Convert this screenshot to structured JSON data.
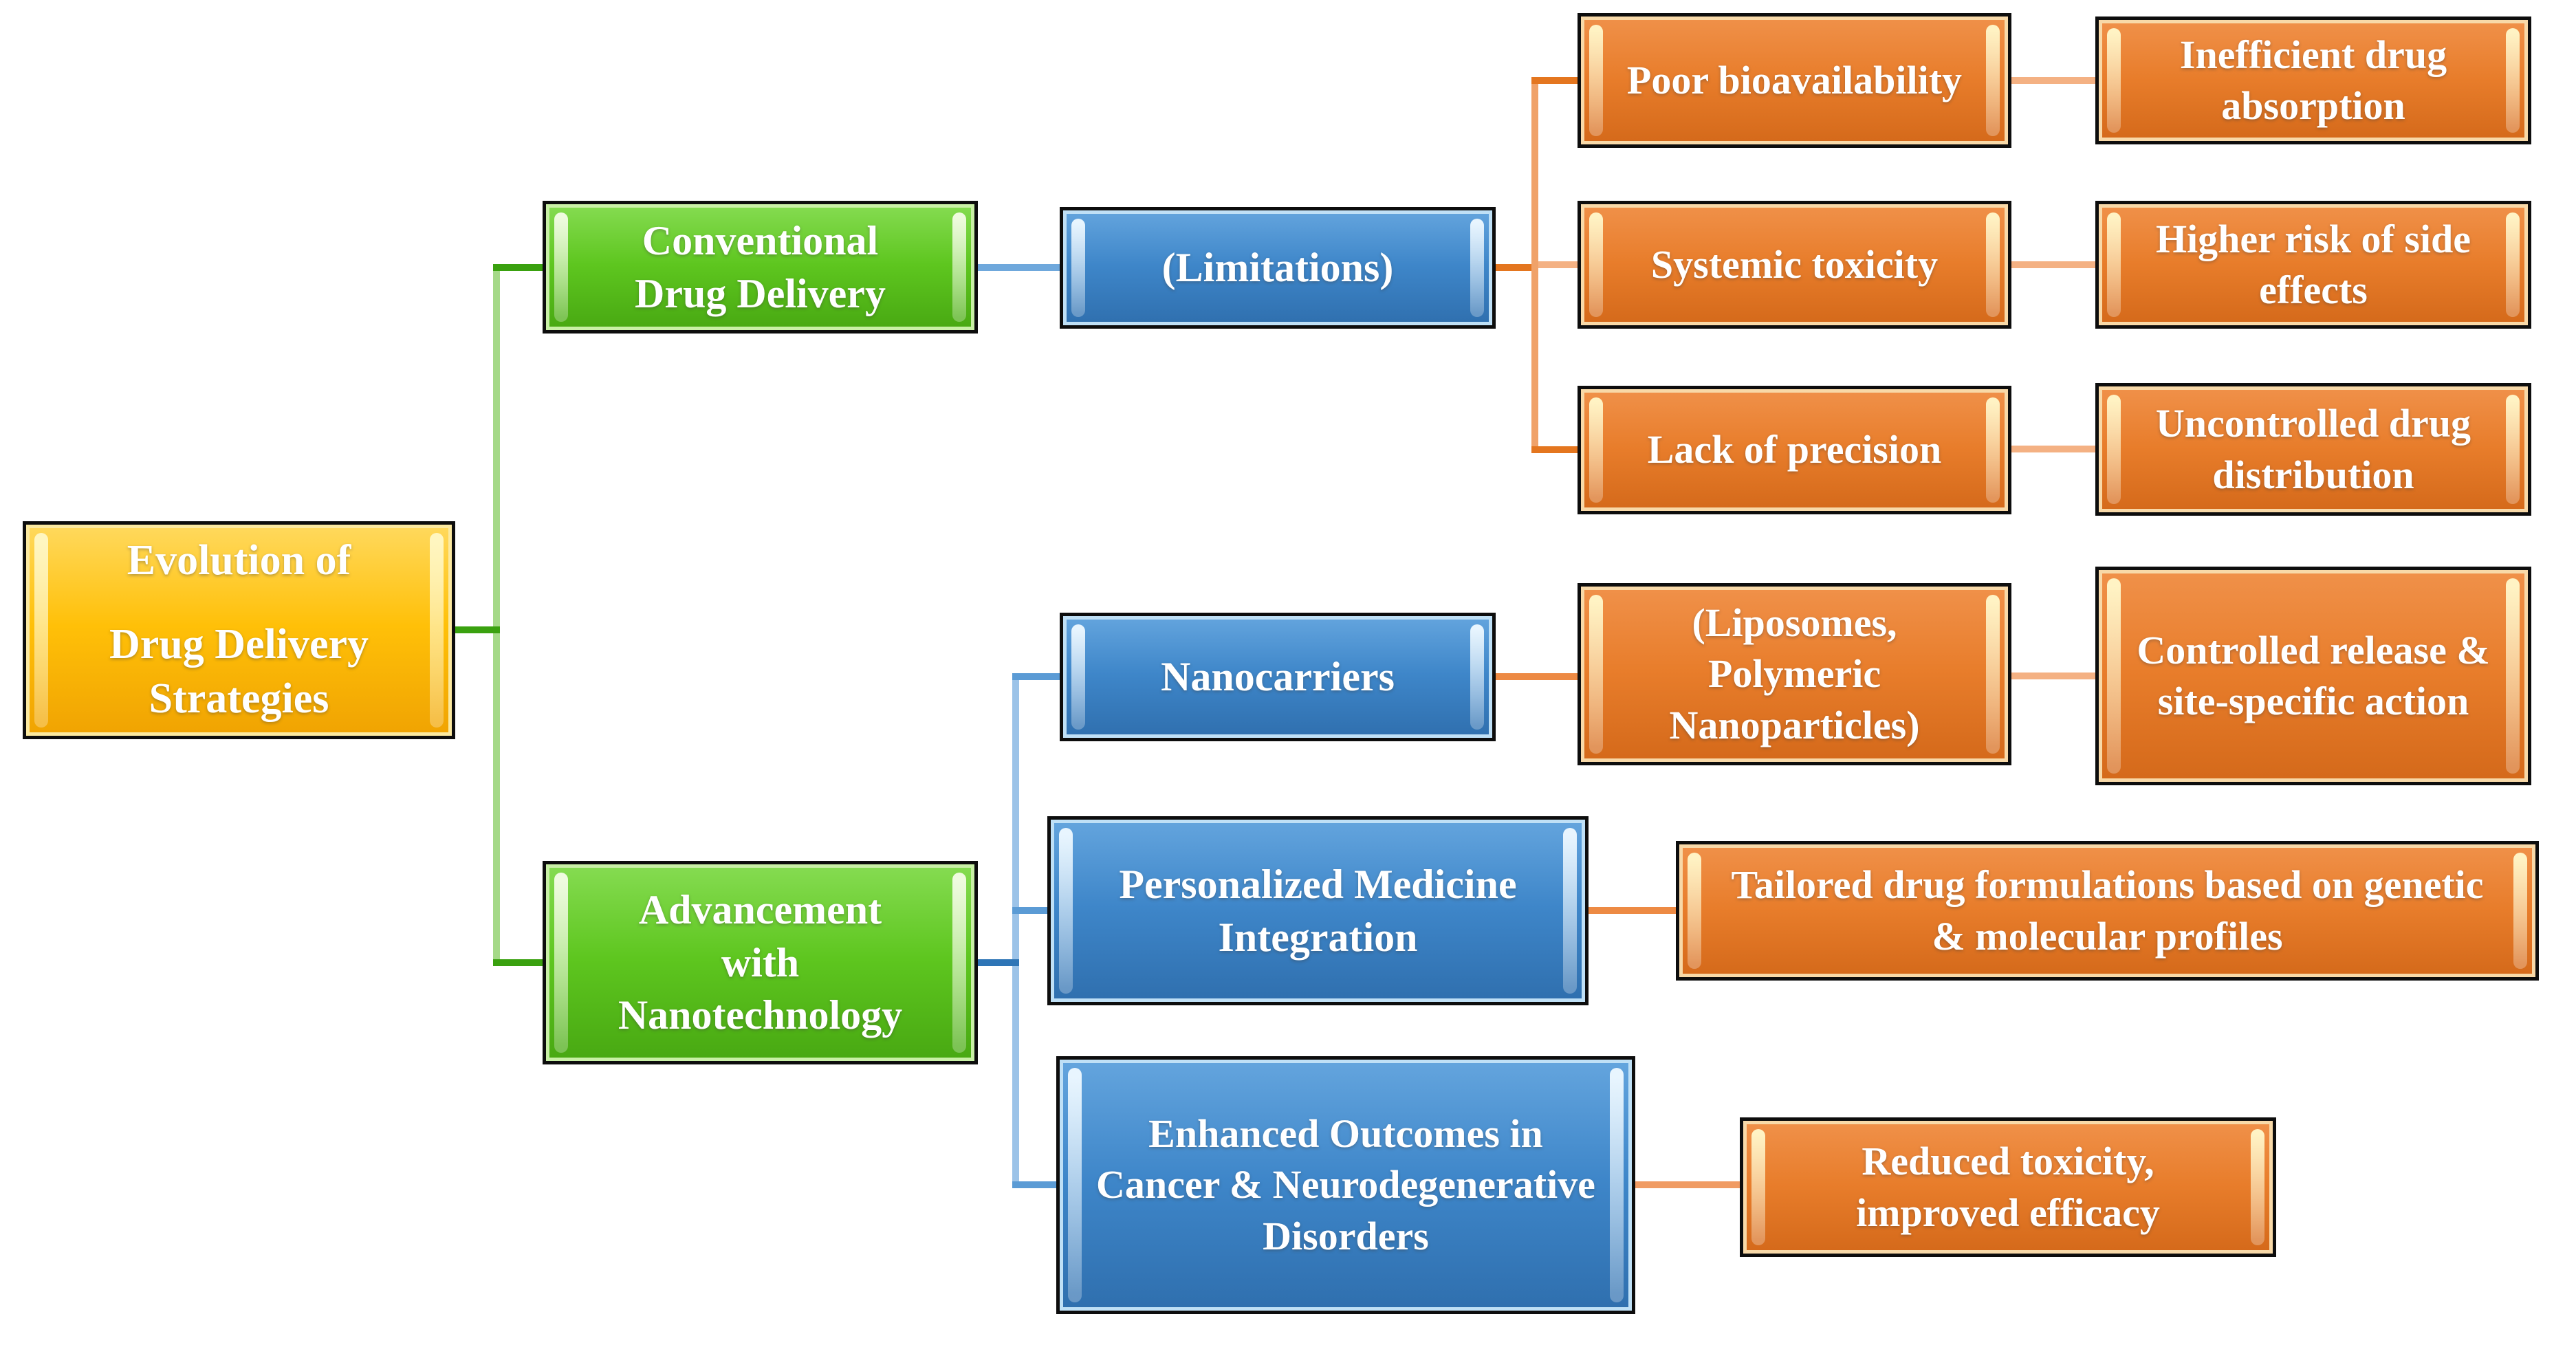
{
  "flowchart": {
    "root": {
      "lines": [
        "Evolution of",
        "Drug Delivery Strategies"
      ]
    },
    "branch_conventional": {
      "label": "Conventional Drug Delivery",
      "child": "(Limitations)",
      "limitations": [
        {
          "name": "Poor bioavailability",
          "consequence": "Inefficient drug absorption"
        },
        {
          "name": "Systemic toxicity",
          "consequence": "Higher risk of side effects"
        },
        {
          "name": "Lack of precision",
          "consequence": "Uncontrolled drug distribution"
        }
      ]
    },
    "branch_nanotechnology": {
      "label": "Advancement with Nanotechnology",
      "children": [
        {
          "name": "Nanocarriers",
          "detail": "(Liposomes, Polymeric Nanoparticles)",
          "outcome": "Controlled release & site-specific action"
        },
        {
          "name": "Personalized Medicine Integration",
          "outcome": "Tailored drug formulations based on genetic & molecular profiles"
        },
        {
          "name": "Enhanced Outcomes in Cancer & Neurodegenerative Disorders",
          "outcome": "Reduced toxicity, improved efficacy"
        }
      ]
    }
  },
  "palette": {
    "root_fill": "#FFC008",
    "branch_fill": "#5EC61F",
    "mid_node_fill": "#3E86C9",
    "leaf_fill": "#E87D2B",
    "box_border": "#0d0d0d",
    "text": "#FFFFFF",
    "connector_green_dark": "#3AA10F",
    "connector_green_light": "#A5D988",
    "connector_blue_dark": "#2E75B6",
    "connector_blue_mid": "#5B9BD5",
    "connector_blue_light": "#9CC3E8",
    "connector_orange_dark": "#E4761F",
    "connector_orange_light": "#F0A269",
    "connector_orange_pale": "#F4B183"
  }
}
